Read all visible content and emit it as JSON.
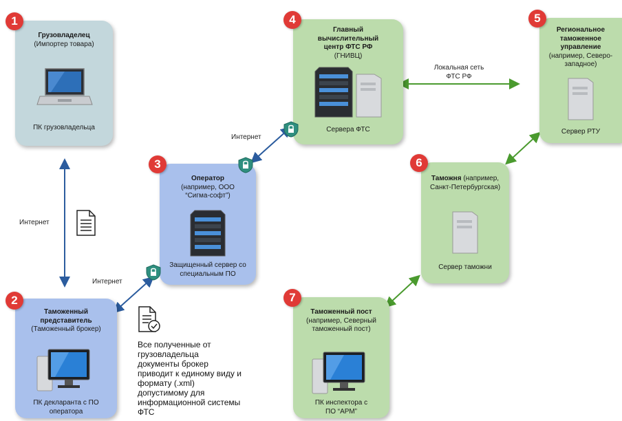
{
  "nodes": {
    "cargo_owner": {
      "number": "1",
      "title": "Грузовладелец",
      "subtitle": "(Импортер товара)",
      "caption": "ПК грузовладельца"
    },
    "customs_rep": {
      "number": "2",
      "title": "Таможенный представитель",
      "subtitle": "(Таможенный брокер)",
      "caption": "ПК декларанта с ПО оператора"
    },
    "operator": {
      "number": "3",
      "title": "Оператор",
      "subtitle": "(например, ООО “Сигма-софт”)",
      "caption": "Защищенный сервер со специальным ПО"
    },
    "gnivc": {
      "number": "4",
      "title": "Главный вычислительный центр ФТС РФ",
      "subtitle": "(ГНИВЦ)",
      "caption": "Сервера ФТС"
    },
    "regional": {
      "number": "5",
      "title": "Региональное таможенное управление",
      "subtitle": "(например, Северо-западное)",
      "caption": "Сервер РТУ"
    },
    "customs": {
      "number": "6",
      "title": "Таможня",
      "subtitle": "(например, Санкт-Петербургская)",
      "caption": "Сервер таможни"
    },
    "post": {
      "number": "7",
      "title": "Таможенный пост",
      "subtitle": "(например, Северный таможенный пост)",
      "caption": "ПК инспектора с ПО “АРМ”"
    }
  },
  "links": {
    "internet_left": "Интернет",
    "internet_mid": "Интернет",
    "internet_top": "Интернет",
    "lan": "Локальная сеть ФТС РФ"
  },
  "note": "Все полученные от грузовладельца документы брокер приводит к единому виду и формату (.xml) допустимому для информационной системы ФТС",
  "colors": {
    "badge": "#e03a36",
    "teal_box": "#c3d7dc",
    "blue_box": "#a9c0ec",
    "green_box": "#bcdcac",
    "blue_arrow": "#2b5c9e",
    "green_arrow": "#4a9a2e",
    "shield": "#2f8f7f"
  }
}
